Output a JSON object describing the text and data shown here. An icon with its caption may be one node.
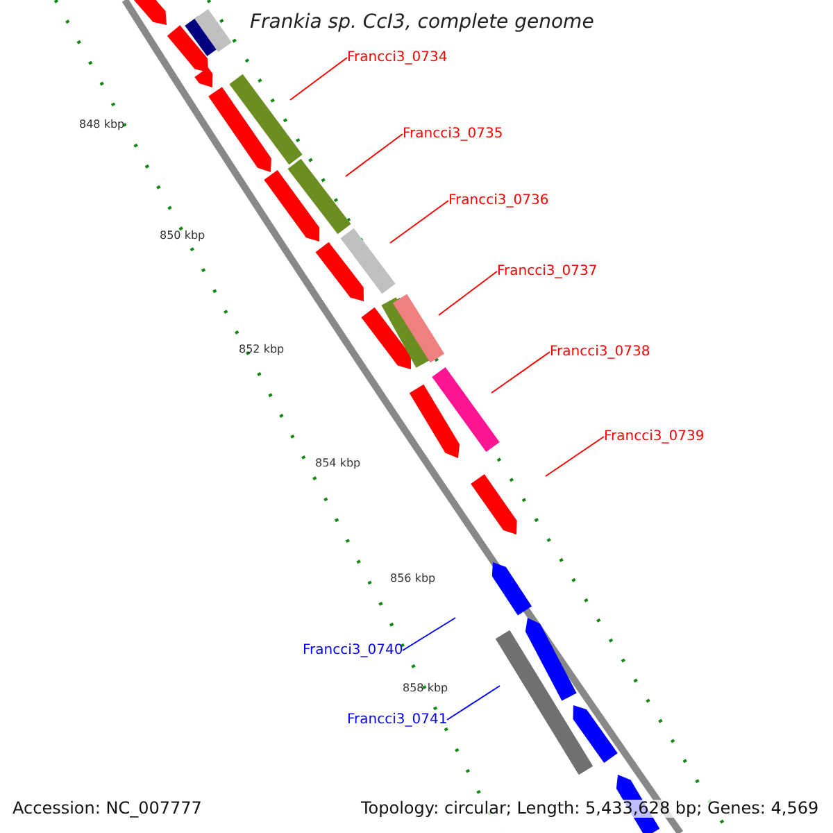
{
  "diagram": {
    "title": "Frankia sp. CcI3, complete genome",
    "nodes": [
      {
        "text": [
          "Francci3_0734"
        ]
      },
      {
        "text": [
          "Francci3_0735"
        ]
      },
      {
        "text": [
          "Francci3_0736"
        ]
      },
      {
        "text": [
          "Francci3_0737"
        ]
      },
      {
        "text": [
          "Francci3_0738"
        ]
      },
      {
        "text": [
          "Francci3_0739"
        ]
      },
      {
        "text": [
          "Francci3_0740"
        ]
      },
      {
        "text": [
          "Francci3_0741"
        ]
      }
    ],
    "edges": [
      {
        "from": 0,
        "to": null,
        "arrow": "none"
      },
      {
        "from": 1,
        "to": null,
        "arrow": "none"
      },
      {
        "from": 2,
        "to": null,
        "arrow": "none"
      },
      {
        "from": 3,
        "to": null,
        "arrow": "none"
      },
      {
        "from": 4,
        "to": null,
        "arrow": "none"
      },
      {
        "from": 5,
        "to": null,
        "arrow": "none"
      },
      {
        "from": 6,
        "to": null,
        "arrow": "none",
        "color": "#0000ff"
      },
      {
        "from": 7,
        "to": null,
        "arrow": "none",
        "color": "#0000ff"
      }
    ],
    "labels": [
      "848 kbp",
      "850 kbp",
      "852 kbp",
      "854 kbp",
      "856 kbp",
      "858 kbp",
      "Accession: NC_007777",
      "Topology: circular; Length: 5,433,628 bp; Genes: 4,569"
    ]
  }
}
